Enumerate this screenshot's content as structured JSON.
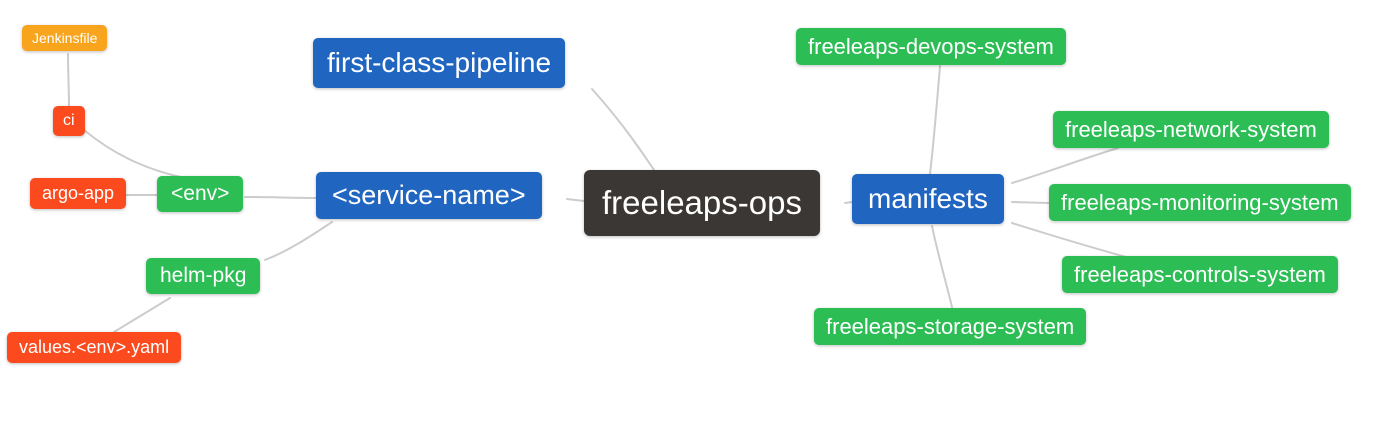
{
  "diagram": {
    "type": "mindmap",
    "root": "freeleaps-ops"
  },
  "palette": {
    "blue": "#2065c0",
    "green": "#2cbd55",
    "red": "#fb4a1d",
    "orange": "#f8a41d",
    "dark": "#3b3734",
    "edge_line": "#cccccc",
    "node_text": "#ffffff",
    "background": "#ffffff"
  },
  "nodes": [
    {
      "id": "jenkinsfile",
      "label": "Jenkinsfile",
      "color": "orange"
    },
    {
      "id": "ci",
      "label": "ci",
      "color": "red"
    },
    {
      "id": "argo-app",
      "label": "argo-app",
      "color": "red"
    },
    {
      "id": "env",
      "label": "<env>",
      "color": "green"
    },
    {
      "id": "helm-pkg",
      "label": "helm-pkg",
      "color": "green"
    },
    {
      "id": "values-env-yaml",
      "label": "values.<env>.yaml",
      "color": "red"
    },
    {
      "id": "first-class-pipeline",
      "label": "first-class-pipeline",
      "color": "blue"
    },
    {
      "id": "service-name",
      "label": "<service-name>",
      "color": "blue"
    },
    {
      "id": "freeleaps-ops",
      "label": "freeleaps-ops",
      "color": "dark"
    },
    {
      "id": "manifests",
      "label": "manifests",
      "color": "blue"
    },
    {
      "id": "devops-system",
      "label": "freeleaps-devops-system",
      "color": "green"
    },
    {
      "id": "network-system",
      "label": "freeleaps-network-system",
      "color": "green"
    },
    {
      "id": "monitoring-system",
      "label": "freeleaps-monitoring-system",
      "color": "green"
    },
    {
      "id": "controls-system",
      "label": "freeleaps-controls-system",
      "color": "green"
    },
    {
      "id": "storage-system",
      "label": "freeleaps-storage-system",
      "color": "green"
    }
  ],
  "edges": [
    {
      "from": "jenkinsfile",
      "to": "ci"
    },
    {
      "from": "ci",
      "to": "env"
    },
    {
      "from": "argo-app",
      "to": "env"
    },
    {
      "from": "env",
      "to": "service-name"
    },
    {
      "from": "helm-pkg",
      "to": "service-name"
    },
    {
      "from": "values-env-yaml",
      "to": "helm-pkg"
    },
    {
      "from": "first-class-pipeline",
      "to": "freeleaps-ops"
    },
    {
      "from": "service-name",
      "to": "freeleaps-ops"
    },
    {
      "from": "freeleaps-ops",
      "to": "manifests"
    },
    {
      "from": "manifests",
      "to": "devops-system"
    },
    {
      "from": "manifests",
      "to": "network-system"
    },
    {
      "from": "manifests",
      "to": "monitoring-system"
    },
    {
      "from": "manifests",
      "to": "controls-system"
    },
    {
      "from": "manifests",
      "to": "storage-system"
    }
  ]
}
